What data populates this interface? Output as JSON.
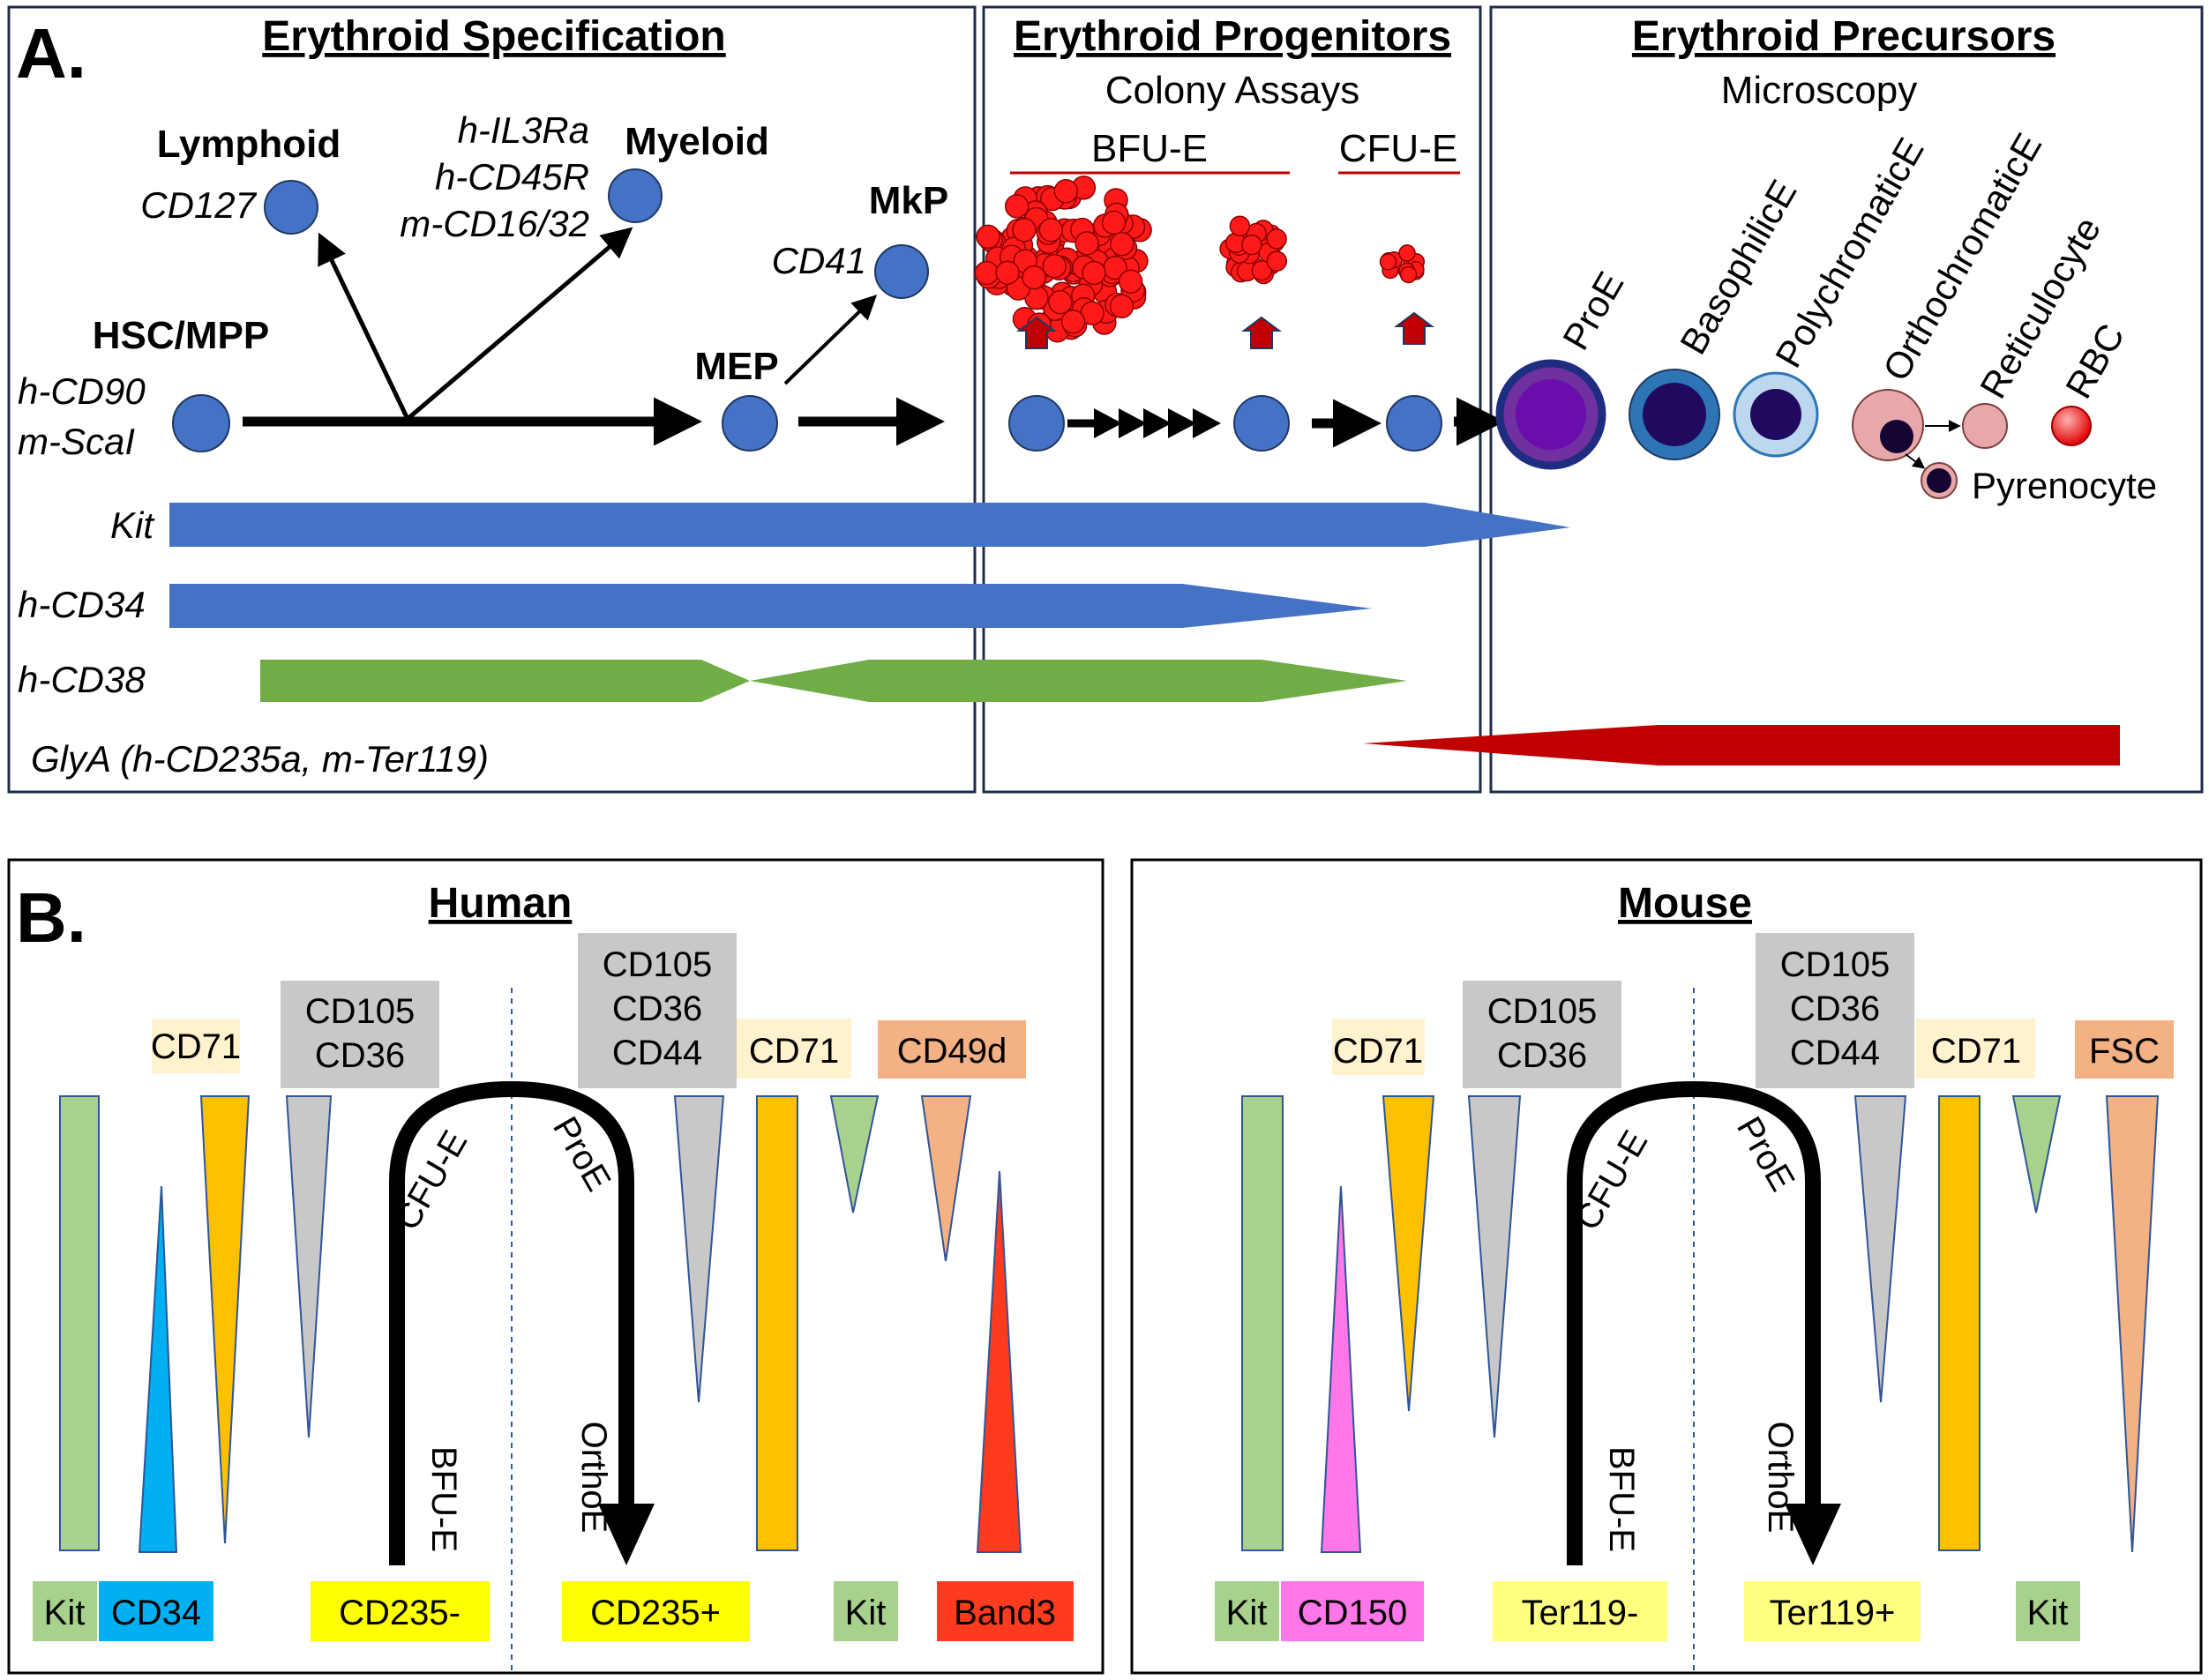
{
  "panel_a": {
    "letter": "A.",
    "sections": {
      "specification": "Erythroid Specification",
      "progenitors": "Erythroid Progenitors",
      "precursors": "Erythroid Precursors"
    },
    "progenitors_sub": "Colony Assays",
    "precursors_sub": "Microscopy",
    "lymphoid": {
      "title": "Lymphoid",
      "marker": "CD127"
    },
    "myeloid": {
      "title": "Myeloid",
      "markers": [
        "h-IL3Ra",
        "h-CD45R",
        "m-CD16/32"
      ]
    },
    "mkp": {
      "title": "MkP",
      "marker": "CD41"
    },
    "hsc": {
      "title": "HSC/MPP",
      "markers": [
        "h-CD90",
        "m-ScaI"
      ]
    },
    "mep": "MEP",
    "bfu_e": "BFU-E",
    "cfu_e": "CFU-E",
    "precursor_stages": [
      "ProE",
      "BasophilicE",
      "PolychromaticE",
      "OrthochromaticE",
      "Reticulocyte",
      "RBC"
    ],
    "pyrenocyte": "Pyrenocyte",
    "marker_bars": [
      {
        "label": "Kit",
        "color": "#4472c4"
      },
      {
        "label": "h-CD34",
        "color": "#4472c4"
      },
      {
        "label": "h-CD38",
        "color": "#70ad47"
      },
      {
        "label": "GlyA (h-CD235a, m-Ter119)",
        "color": "#c00000"
      }
    ]
  },
  "panel_b": {
    "letter": "B.",
    "human": {
      "title": "Human",
      "top_boxes": {
        "cd71_left": "CD71",
        "pair_left": [
          "CD105",
          "CD36"
        ],
        "triple_mid": [
          "CD105",
          "CD36",
          "CD44"
        ],
        "cd71_right": "CD71",
        "last": "CD49d"
      },
      "arc": {
        "cfu": "CFU-E",
        "proe": "ProE",
        "bfu": "BFU-E",
        "ortho": "OrthoE"
      },
      "bottom": {
        "kit1": "Kit",
        "cd34": "CD34",
        "neg": "CD235-",
        "pos": "CD235+",
        "kit2": "Kit",
        "band3": "Band3"
      }
    },
    "mouse": {
      "title": "Mouse",
      "top_boxes": {
        "cd71_left": "CD71",
        "pair_left": [
          "CD105",
          "CD36"
        ],
        "triple_mid": [
          "CD105",
          "CD36",
          "CD44"
        ],
        "cd71_right": "CD71",
        "last": "FSC"
      },
      "arc": {
        "cfu": "CFU-E",
        "proe": "ProE",
        "bfu": "BFU-E",
        "ortho": "OrthoE"
      },
      "bottom": {
        "kit1": "Kit",
        "cd150": "CD150",
        "neg": "Ter119-",
        "pos": "Ter119+",
        "kit2": "Kit"
      }
    }
  },
  "colors": {
    "cell_blue": "#4472c4",
    "kit_green": "#a9d18e",
    "cd34_blue": "#00b0f0",
    "cd150_pink": "#ff77e9",
    "cd71_orange": "#ffc000",
    "grey": "#c8c8c8",
    "salmon": "#f4b183",
    "band3_red": "#ff3b1f",
    "yellow": "#ffff00",
    "pale_yellow": "#ffff80",
    "cream": "#fff2cc",
    "colony_red": "#ff0000",
    "proe_purple": "#7030a0"
  },
  "icons": [
    "arrow-icon",
    "cell-icon",
    "colony-icon"
  ]
}
